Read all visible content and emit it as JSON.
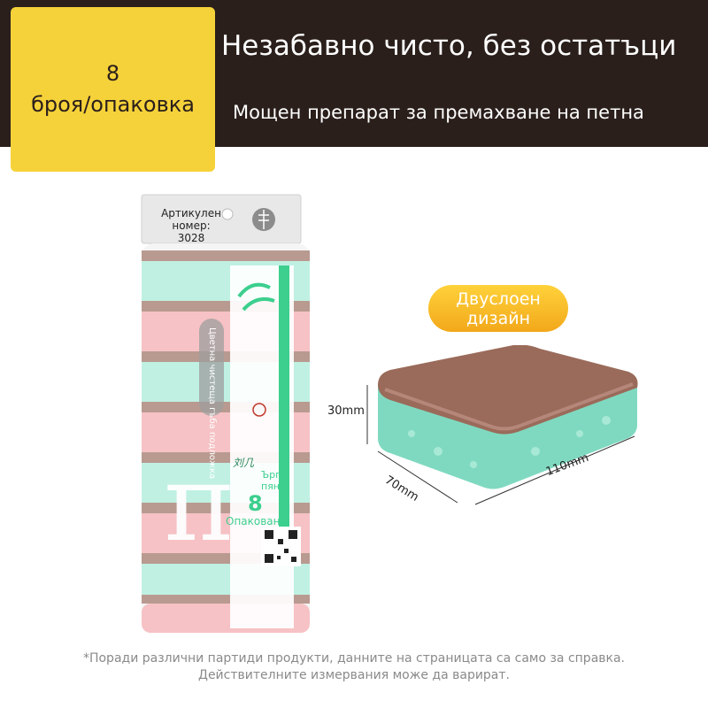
{
  "header": {
    "badge_count": "8",
    "badge_text": "броя/опаковка",
    "title": "Незабавно чисто, без остатъци",
    "subtitle": "Мощен препарат за премахване на петна"
  },
  "package": {
    "sku_label": "Артикулен номер:",
    "sku_value": "3028",
    "side_text": "Цветна чистеща гъба подложка",
    "brand": "刘几",
    "sponge_word": "Ърга",
    "sponge_word2": "пяна",
    "count": "8",
    "packed": "Опакован"
  },
  "product": {
    "layer_label": "Двуслоен дизайн",
    "dim_height": "30mm",
    "dim_width": "70mm",
    "dim_length": "110mm"
  },
  "footer": {
    "line1": "*Поради различни партиди продукти, данните на страницата са само за справка.",
    "line2": "Действителните измервания може да варират."
  },
  "colors": {
    "header_bg": "#2a1f1b",
    "badge_bg": "#f6d23a",
    "sponge_green": "#7fd9c0",
    "sponge_brown": "#9a6b5a",
    "pink": "#f4b8bc",
    "mint": "#bfeee0"
  }
}
